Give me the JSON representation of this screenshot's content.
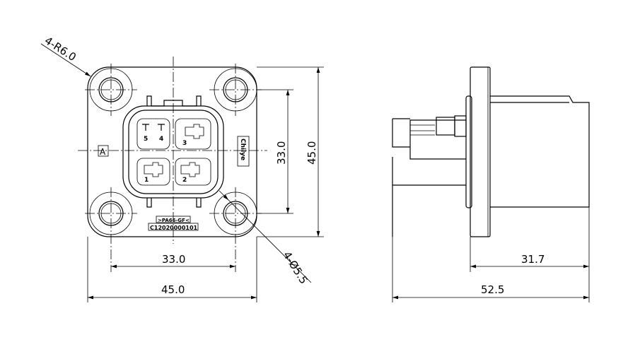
{
  "front_view": {
    "radius_callout": "4-R6.0",
    "hole_callout": "4-Ø5.5",
    "datum_label": "A",
    "dim_vertical_inner": "33.0",
    "dim_vertical_outer": "45.0",
    "dim_horizontal_inner": "33.0",
    "dim_horizontal_outer": "45.0",
    "pins": [
      "5",
      "4",
      "3",
      "1",
      "2"
    ],
    "material_label": ">PA66-GF<",
    "part_number": "C12020000101",
    "brand_mark": "Chilye"
  },
  "side_view": {
    "dim_body": "31.7",
    "dim_total": "52.5"
  }
}
